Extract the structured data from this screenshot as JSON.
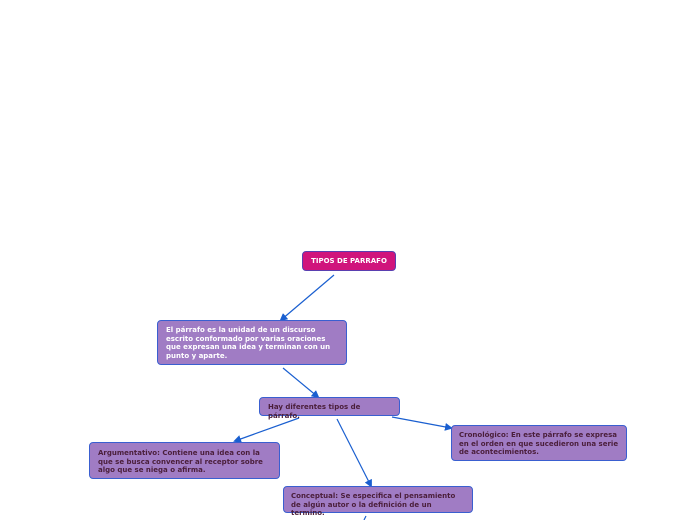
{
  "nodes": {
    "root": "TIPOS DE PARRAFO",
    "definition": "El párrafo es la unidad de un discurso escrito conformado por varias oraciones que expresan una idea y terminan con un punto y aparte.",
    "types": "Hay diferentes tipos de párrafo.",
    "argumentative": "Argumentativo: Contiene una idea con la que se busca convencer al receptor sobre algo que se niega o afirma.",
    "chronological": "Cronológico: En este párrafo se expresa en el orden  en que sucedieron una serie de acontecimientos.",
    "conceptual": "Conceptual: Se especifica el pensamiento de algún autor o la definición de un termino."
  },
  "colors": {
    "root_fill": "#d0147c",
    "node_fill": "#a07cc4",
    "border": "#3a5fd0",
    "connector": "#1a5fd0"
  }
}
